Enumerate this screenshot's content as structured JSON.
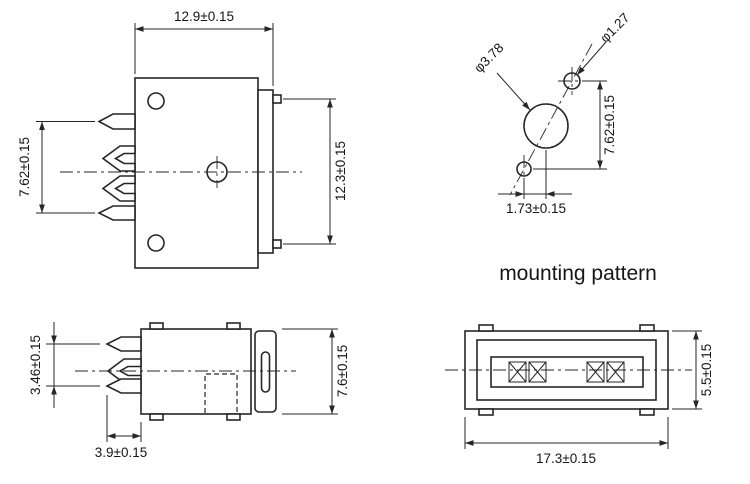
{
  "front_top_view": {
    "width": "12.9±0.15",
    "pin_span": "7.62±0.15",
    "height": "12.3±0.15"
  },
  "mounting_pattern": {
    "large_hole_dia": "φ3.78",
    "small_hole_dia": "φ1.27",
    "vertical_pitch": "7.62±0.15",
    "horizontal_offset": "1.73±0.15",
    "caption": "mounting pattern"
  },
  "side_view": {
    "pin_height": "3.46±0.15",
    "pin_offset": "3.9±0.15",
    "body_height": "7.6±0.15"
  },
  "front_face_view": {
    "height": "5.5±0.15",
    "width": "17.3±0.15"
  }
}
